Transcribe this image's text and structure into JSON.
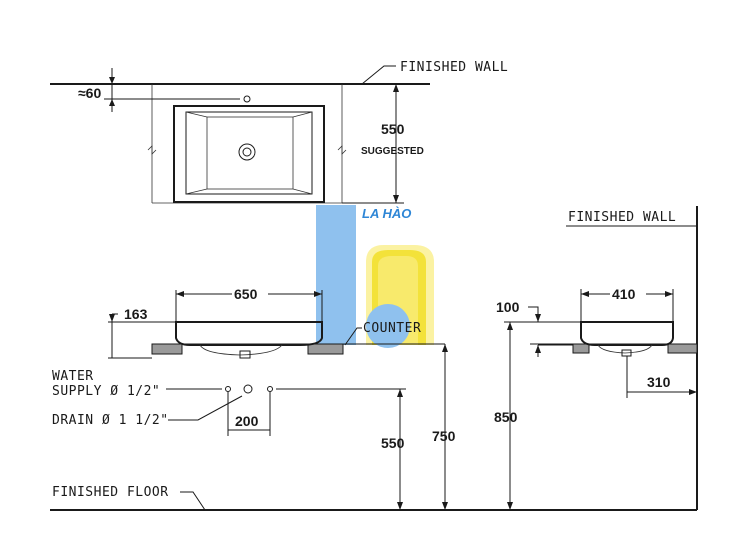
{
  "labels": {
    "finished_wall_top": "FINISHED  WALL",
    "finished_wall_right": "FINISHED  WALL",
    "counter": "COUNTER",
    "water_supply_1": "WATER",
    "water_supply_2": "SUPPLY Ø 1/2\"",
    "drain": "DRAIN Ø 1 1/2\"",
    "finished_floor": "FINISHED  FLOOR"
  },
  "dimensions": {
    "tap_offset": "≈60",
    "depth_suggested": "550",
    "suggested": "SUGGESTED",
    "basin_width": "650",
    "basin_height": "163",
    "pipe_spacing": "200",
    "pipe_height": "550",
    "counter_height": "750",
    "basin_rim_height": "850",
    "side_depth": "410",
    "side_rim": "100",
    "side_drain": "310"
  },
  "watermark": {
    "text": "LA HÀO",
    "color_blue": "#2e86d6",
    "color_yellow": "#f3e23a"
  }
}
